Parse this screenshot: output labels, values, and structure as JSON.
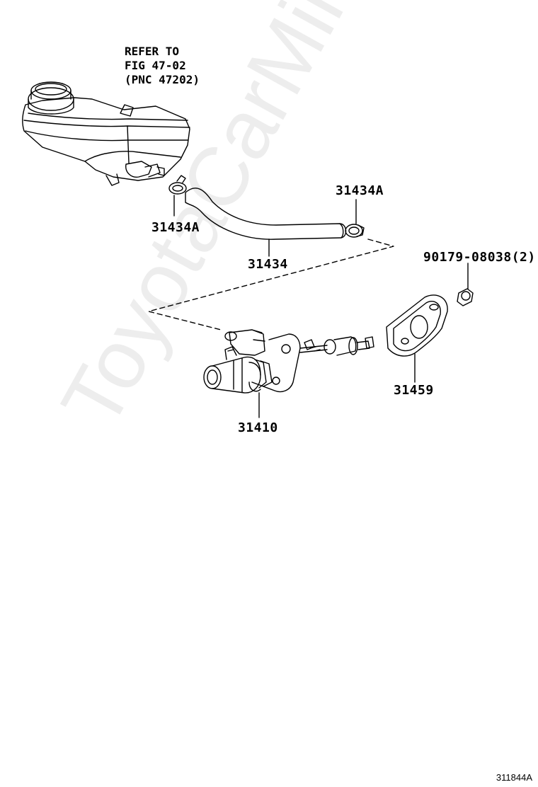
{
  "reference_note": {
    "line1": "REFER TO",
    "line2": "FIG 47-02",
    "line3": "(PNC 47202)"
  },
  "labels": {
    "clamp_left": "31434A",
    "clamp_right": "31434A",
    "hose": "31434",
    "nut": "90179-08038(2)",
    "gasket": "31459",
    "master_cylinder": "31410"
  },
  "watermark": "ToyotaCarMine.ru",
  "figure_code": "311844A",
  "colors": {
    "line": "#000000",
    "watermark": "#e6e6e6"
  }
}
